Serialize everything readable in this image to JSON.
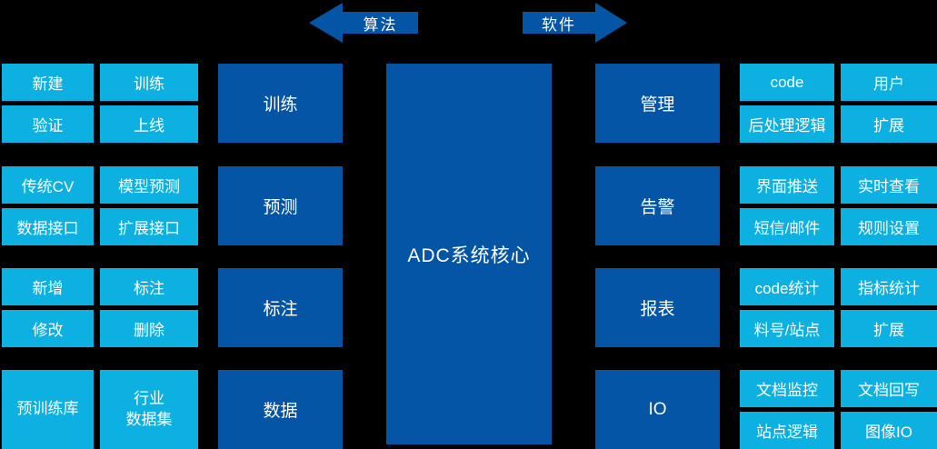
{
  "arrows": {
    "left": {
      "label": "算法"
    },
    "right": {
      "label": "软件"
    }
  },
  "center": {
    "label": "ADC系统核心"
  },
  "colors": {
    "background": "#000000",
    "dark_blue": "#0455a5",
    "cyan": "#0db1e1",
    "text": "#ffffff"
  },
  "left_groups": [
    {
      "category": "训练",
      "items": [
        "新建",
        "训练",
        "验证",
        "上线"
      ]
    },
    {
      "category": "预测",
      "items": [
        "传统CV",
        "模型预测",
        "数据接口",
        "扩展接口"
      ]
    },
    {
      "category": "标注",
      "items": [
        "新增",
        "标注",
        "修改",
        "删除"
      ]
    },
    {
      "category": "数据",
      "items": [
        "预训练库",
        "行业\n数据集"
      ]
    }
  ],
  "right_groups": [
    {
      "category": "管理",
      "items": [
        "code",
        "用户",
        "后处理逻辑",
        "扩展"
      ]
    },
    {
      "category": "告警",
      "items": [
        "界面推送",
        "实时查看",
        "短信/邮件",
        "规则设置"
      ]
    },
    {
      "category": "报表",
      "items": [
        "code统计",
        "指标统计",
        "料号/站点",
        "扩展"
      ]
    },
    {
      "category": "IO",
      "items": [
        "文档监控",
        "文档回写",
        "站点逻辑",
        "图像IO"
      ]
    }
  ]
}
